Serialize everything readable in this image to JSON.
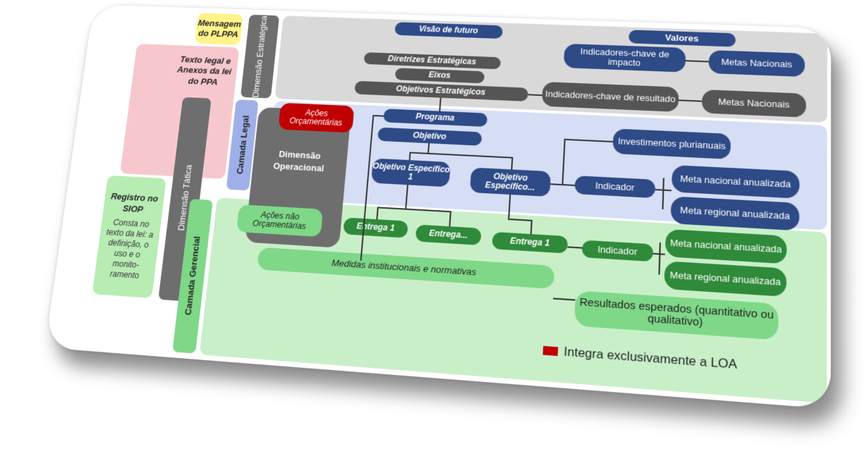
{
  "side": {
    "mensagem": "Mensagem do PLPPA",
    "texto_legal": "Texto legal e Anexos da lei do PPA",
    "registro_title": "Registro no SIOP",
    "registro_text": "Consta no texto da lei: a definição, o uso e o monito-ramento"
  },
  "vertical": {
    "dimensao_estrategica": "Dimensão Estratégica",
    "dimensao_tatica": "Dimensão Tática",
    "camada_legal": "Camada Legal",
    "camada_gerencial": "Camada Gerencial"
  },
  "estrategica": {
    "visao": "Visão de futuro",
    "valores": "Valores",
    "ind_impacto": "Indicadores-chave de impacto",
    "metas_nac_1": "Metas Nacionais",
    "diretrizes": "Diretrizes Estratégicas",
    "eixos": "Eixos",
    "objetivos": "Objetivos Estratégicos",
    "ind_resultado": "Indicadores-chave de resultado",
    "metas_nac_2": "Metas Nacionais"
  },
  "operacional": {
    "acoes_orc": "Ações Orçamentárias",
    "dimensao": "Dimensão Operacional",
    "acoes_nao_orc": "Ações não Orçamentárias"
  },
  "legal": {
    "programa": "Programa",
    "objetivo": "Objetivo",
    "obj_esp_1": "Objetivo Específico 1",
    "obj_esp_n": "Objetivo Específico...",
    "investimentos": "Investimentos plurianuais",
    "indicador": "Indicador",
    "meta_nac": "Meta nacional anualizada",
    "meta_reg": "Meta regional anualizada"
  },
  "gerencial": {
    "entrega_1a": "Entrega 1",
    "entrega_n": "Entrega...",
    "entrega_1b": "Entrega 1",
    "indicador": "Indicador",
    "meta_nac": "Meta nacional anualizada",
    "meta_reg": "Meta regional anualizada",
    "medidas": "Medidas institucionais e normativas",
    "resultados": "Resultados esperados (quantitativo ou qualitativo)"
  },
  "legend": {
    "text": "Integra exclusivamente a LOA",
    "color": "#c00000"
  },
  "colors": {
    "grey_band": "#d9d9d9",
    "blue_band": "#d6def5",
    "green_band": "#c9efc9",
    "yellow": "#fff38a",
    "pink": "#f6c8ce",
    "navy": "#2e4a87",
    "dark_green": "#2f8a3a",
    "light_green": "#7ed888",
    "red": "#c00000"
  }
}
